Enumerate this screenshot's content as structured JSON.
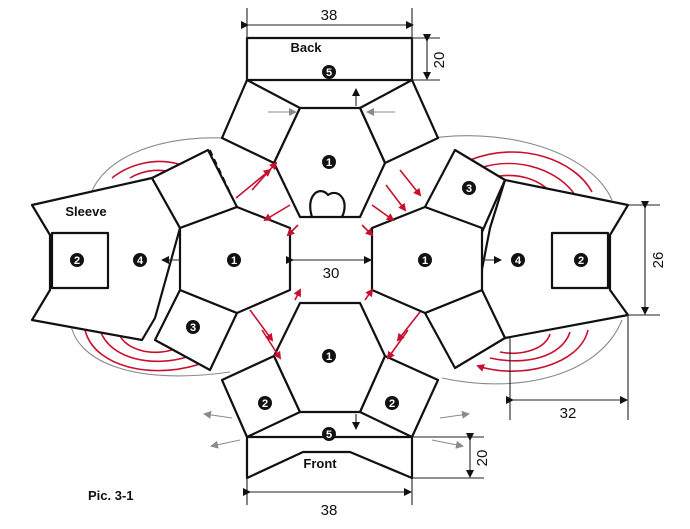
{
  "labels": {
    "back": "Back",
    "front": "Front",
    "sleeve": "Sleeve",
    "caption": "Pic. 3-1"
  },
  "dimensions": {
    "back_width": "38",
    "back_height": "20",
    "center_width": "30",
    "sleeve_height": "26",
    "sleeve_width": "32",
    "front_height": "20",
    "front_width": "38"
  },
  "markers": {
    "one": "1",
    "two": "2",
    "three": "3",
    "four": "4",
    "five": "5"
  },
  "colors": {
    "outline": "#111111",
    "arrow_red": "#c8102e",
    "guide_grey": "#8a8a8a"
  }
}
